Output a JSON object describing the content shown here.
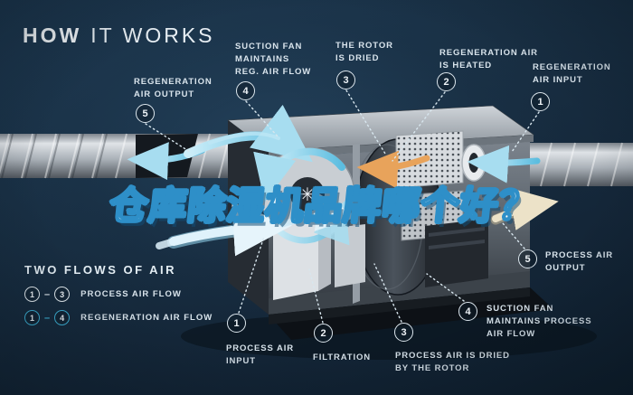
{
  "title": {
    "bold": "HOW",
    "light": "IT WORKS"
  },
  "headline": {
    "text": "仓库除湿机品牌哪个好？"
  },
  "legend": {
    "title": "TWO FLOWS OF AIR",
    "rows": [
      {
        "from": "1",
        "to": "3",
        "label": "PROCESS AIR FLOW",
        "circle_color": "#e4ecf1"
      },
      {
        "from": "1",
        "to": "4",
        "label": "REGENERATION AIR FLOW",
        "circle_color": "#3eb3d8"
      }
    ]
  },
  "callouts": [
    {
      "num": "5",
      "label": "REGENERATION\nAIR OUTPUT"
    },
    {
      "num": "4",
      "label": "SUCTION FAN\nMAINTAINS\nREG. AIR FLOW"
    },
    {
      "num": "3",
      "label": "THE ROTOR\nIS DRIED"
    },
    {
      "num": "2",
      "label": "REGENERATION AIR\nIS HEATED"
    },
    {
      "num": "1",
      "label": "REGENERATION\nAIR INPUT"
    },
    {
      "num": "5",
      "label": "PROCESS AIR\nOUTPUT"
    },
    {
      "num": "4",
      "label": "SUCTION FAN\nMAINTAINS PROCESS\nAIR FLOW"
    },
    {
      "num": "3",
      "label": "PROCESS AIR IS DRIED\nBY THE ROTOR"
    },
    {
      "num": "2",
      "label": "FILTRATION"
    },
    {
      "num": "1",
      "label": "PROCESS AIR\nINPUT"
    }
  ],
  "icons": {
    "fan_glyph": "✳"
  },
  "colors": {
    "background": "#16293a",
    "accent_cyan": "#4ab8d8",
    "label_text": "#d9e4ec",
    "badge_border": "#dde7ee",
    "headline_fill": "#ffffff",
    "headline_stroke": "#2e8fc8",
    "heater_orange": "#e8a35b",
    "process_arrow": "#dff2fb",
    "output_arrow_cream": "#ece2c8"
  }
}
